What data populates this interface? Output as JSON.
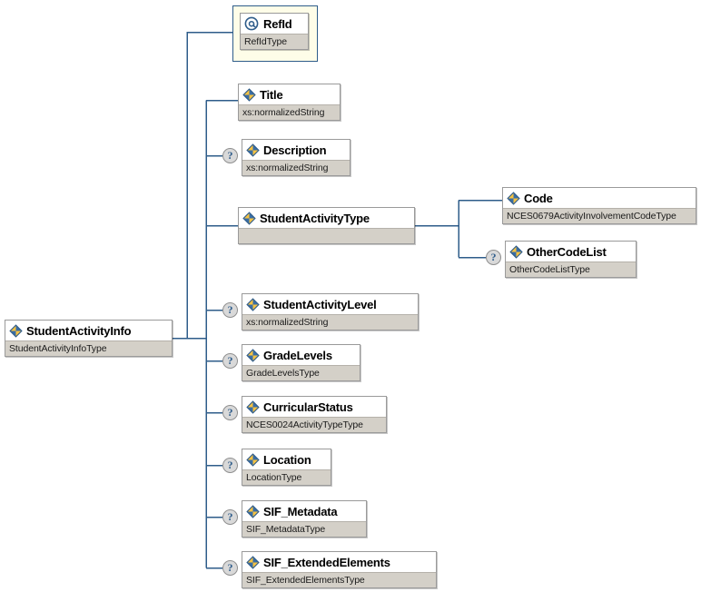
{
  "diagram": {
    "title": "StudentActivityInfo XSD element diagram",
    "colors": {
      "connector": "#2e5c8a",
      "node_border": "#9a9a9a",
      "type_bar": "#d4d0c8",
      "attribute_frame_bg": "#fefde8",
      "attribute_frame_border": "#2e5c8a",
      "optional_marker_bg": "#d9d9d9",
      "icon_blue": "#2e5c8a",
      "icon_yellow": "#f5c242"
    },
    "optional_marker": "?"
  },
  "nodes": {
    "root": {
      "name": "StudentActivityInfo",
      "type": "StudentActivityInfoType",
      "icon": "element-icon",
      "optional": false
    },
    "refid": {
      "name": "RefId",
      "type": "RefIdType",
      "icon": "attribute-at-icon",
      "optional": false
    },
    "title": {
      "name": "Title",
      "type": "xs:normalizedString",
      "icon": "element-icon",
      "optional": false
    },
    "description": {
      "name": "Description",
      "type": "xs:normalizedString",
      "icon": "element-icon",
      "optional": true
    },
    "student_activity_type": {
      "name": "StudentActivityType",
      "type": "",
      "icon": "element-icon",
      "optional": false
    },
    "code": {
      "name": "Code",
      "type": "NCES0679ActivityInvolvementCodeType",
      "icon": "element-icon",
      "optional": false
    },
    "other_code_list": {
      "name": "OtherCodeList",
      "type": "OtherCodeListType",
      "icon": "element-icon",
      "optional": true
    },
    "student_activity_level": {
      "name": "StudentActivityLevel",
      "type": "xs:normalizedString",
      "icon": "element-icon",
      "optional": true
    },
    "grade_levels": {
      "name": "GradeLevels",
      "type": "GradeLevelsType",
      "icon": "element-icon",
      "optional": true
    },
    "curricular_status": {
      "name": "CurricularStatus",
      "type": "NCES0024ActivityTypeType",
      "icon": "element-icon",
      "optional": true
    },
    "location": {
      "name": "Location",
      "type": "LocationType",
      "icon": "element-icon",
      "optional": true
    },
    "sif_metadata": {
      "name": "SIF_Metadata",
      "type": "SIF_MetadataType",
      "icon": "element-icon",
      "optional": true
    },
    "sif_extended_elements": {
      "name": "SIF_ExtendedElements",
      "type": "SIF_ExtendedElementsType",
      "icon": "element-icon",
      "optional": true
    }
  }
}
